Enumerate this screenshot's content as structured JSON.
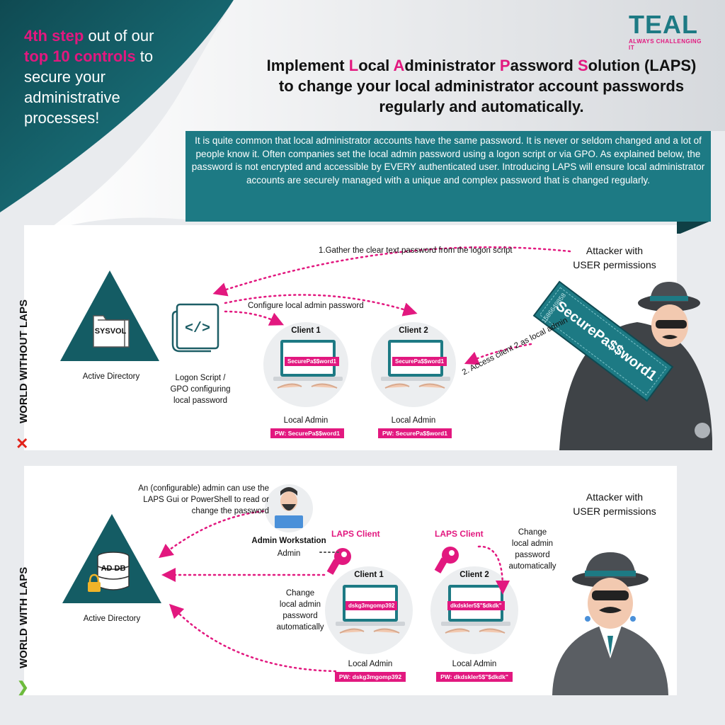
{
  "logo": {
    "word": "TEAL",
    "tagline": "ALWAYS CHALLENGING IT"
  },
  "promo": {
    "part1": "4th step",
    "part2": " out of our ",
    "part3": "top 10 controls",
    "part4": " to secure your administrative processes!"
  },
  "title": {
    "line1_parts": [
      "Implement ",
      "L",
      "ocal ",
      "A",
      "dministrator ",
      "P",
      "assword ",
      "S",
      "olution (LAPS)"
    ],
    "line2": "to change your local administrator account passwords",
    "line3": "regularly and automatically."
  },
  "intro": "It is quite common that local administrator accounts have the same password. It is never or seldom changed and a lot of people know it. Often companies set the local admin password using a logon script or via GPO. As explained below, the password is not encrypted and accessible by EVERY authenticated user. Introducing LAPS will ensure local administrator accounts are securely managed with a unique and complex password that is changed regularly.",
  "without": {
    "section_label": "WORLD WITHOUT LAPS",
    "mark": "✕",
    "folder_label": "SYSVOL",
    "ad_label": "Active Directory",
    "script_label": [
      "Logon Script /",
      "GPO configuring",
      "local password"
    ],
    "configure_label": "Configure local admin password",
    "gather_label": "1.Gather the clear text password from the logon script",
    "access_label": "2. Access client 2 as local admin",
    "attacker": [
      "Attacker with",
      "USER permissions"
    ],
    "ticket_text": "SecurePa$$word1",
    "ticket_serial": "1586649858",
    "clients": [
      {
        "name": "Client 1",
        "screen_pw": "SecurePa$$word1",
        "role": "Local Admin",
        "pw": "PW: SecurePa$$word1"
      },
      {
        "name": "Client 2",
        "screen_pw": "SecurePa$$word1",
        "role": "Local Admin",
        "pw": "PW: SecurePa$$word1"
      }
    ]
  },
  "with": {
    "section_label": "WORLD WITH LAPS",
    "mark": "❯",
    "db_label": "AD DB",
    "ad_label": "Active Directory",
    "admin_note": [
      "An (configurable) admin can use the",
      "LAPS Gui or PowerShell to read or",
      "change the password"
    ],
    "workstation_title": "Admin Workstation",
    "workstation_sub": "Admin",
    "change_label_1": [
      "Change",
      "local admin",
      "password",
      "automatically"
    ],
    "change_label_2": [
      "Change",
      "local admin",
      "password",
      "automatically"
    ],
    "attacker": [
      "Attacker with",
      "USER permissions"
    ],
    "clients": [
      {
        "laps": "LAPS Client",
        "name": "Client 1",
        "screen_pw": "dskg3mgomp392",
        "role": "Local Admin",
        "pw": "PW: dskg3mgomp392"
      },
      {
        "laps": "LAPS Client",
        "name": "Client 2",
        "screen_pw": "dkdskler5$\"$dkdk\"",
        "role": "Local Admin",
        "pw": "PW: dkdskler5$\"$dkdk\""
      }
    ]
  },
  "colors": {
    "teal": "#1d7a84",
    "dark_teal": "#124e57",
    "pink": "#e2187f",
    "red": "#e2231a",
    "green": "#6dbb3c"
  }
}
